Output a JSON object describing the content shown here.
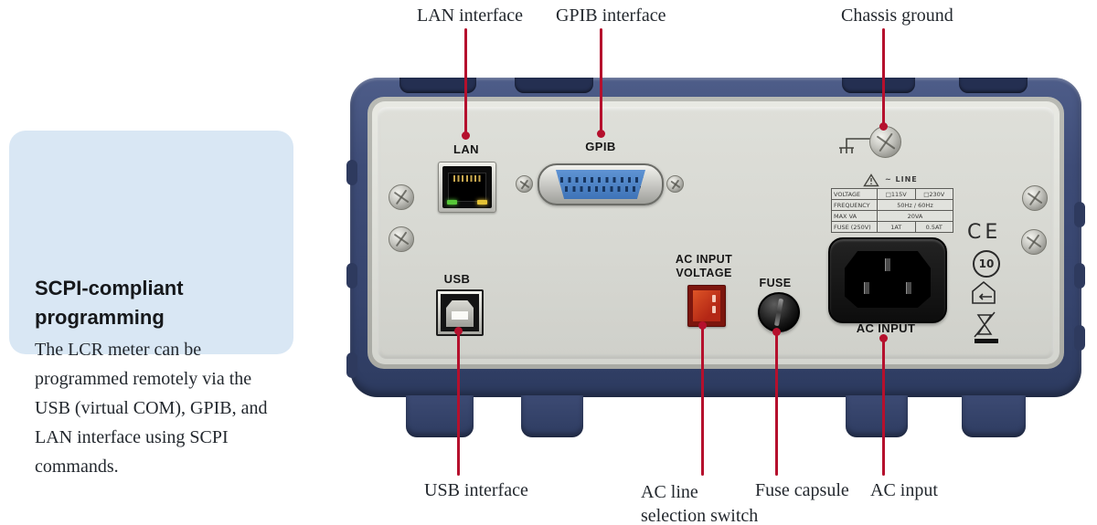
{
  "info_box": {
    "title_lines": [
      "SCPI-compliant",
      "programming"
    ],
    "body_lines": [
      "The LCR meter can be",
      "programmed remotely via the",
      "USB (virtual COM), GPIB, and",
      "LAN interface using SCPI",
      "commands."
    ]
  },
  "callouts": {
    "lan": "LAN interface",
    "gpib": "GPIB interface",
    "ground": "Chassis ground",
    "usb": "USB interface",
    "ac_line_lines": [
      "AC line",
      "selection switch"
    ],
    "fuse": "Fuse capsule",
    "ac_input": "AC input"
  },
  "rear_panel": {
    "lan_label": "LAN",
    "gpib_label": "GPIB",
    "usb_label": "USB",
    "voltage_switch_label_lines": [
      "AC INPUT",
      "VOLTAGE"
    ],
    "fuse_label": "FUSE",
    "ac_input_label": "AC INPUT",
    "line_marking": "~ LINE",
    "ratings_table": {
      "rows": [
        {
          "name": "VOLTAGE",
          "c1": "□115V",
          "c2": "□230V"
        },
        {
          "name": "FREQUENCY",
          "c1": "50Hz / 60Hz",
          "c2": ""
        },
        {
          "name": "MAX VA",
          "c1": "20VA",
          "c2": ""
        },
        {
          "name": "FUSE (250V)",
          "c1": "1AT",
          "c2": "0.5AT"
        }
      ]
    },
    "certification": {
      "ce": "CE",
      "rohs_years": "10"
    }
  },
  "colors": {
    "case_navy": "#3e4c77",
    "panel_gray": "#d7d8d2",
    "callout_red": "#b5102d",
    "info_box_bg": "#d9e7f4",
    "gpib_blue": "#4d82c4",
    "switch_red": "#c0301a"
  }
}
